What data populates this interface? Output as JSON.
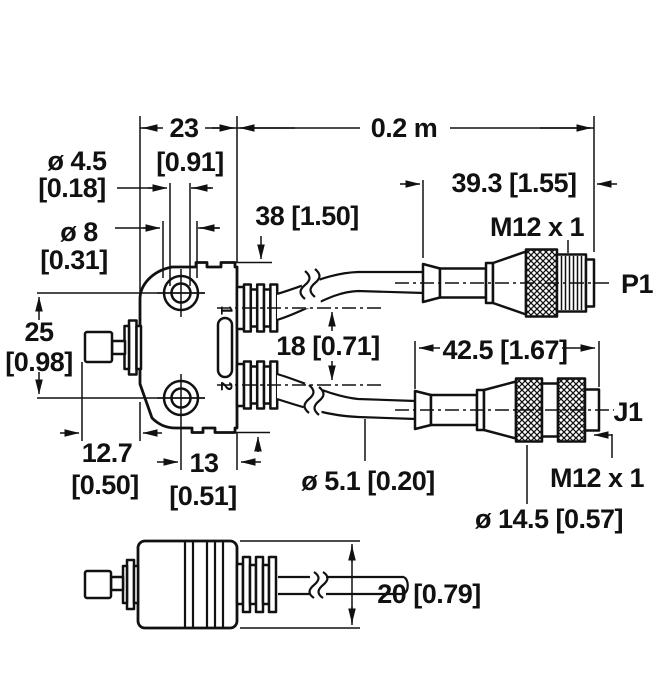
{
  "dimensions": {
    "body_width": "23",
    "body_width_in": "[0.91]",
    "cable_length": "0.2 m",
    "hole_small": "ø 4.5",
    "hole_small_in": "[0.18]",
    "hole_large": "ø 8",
    "hole_large_in": "[0.31]",
    "body_height": "38 [1.50]",
    "p1_length": "39.3 [1.55]",
    "hole_spacing": "25",
    "hole_spacing_in": "[0.98]",
    "outlet_spacing": "18 [0.71]",
    "j1_length": "42.5 [1.67]",
    "button_protrusion": "12.7",
    "button_protrusion_in": "[0.50]",
    "hole_to_edge": "13",
    "hole_to_edge_in": "[0.51]",
    "cable_diameter": "ø 5.1 [0.20]",
    "connector_diameter": "ø 14.5 [0.57]",
    "side_height": "20 [0.79]"
  },
  "labels": {
    "p1_thread": "M12 x 1",
    "p1": "P1",
    "j1_thread": "M12 x 1",
    "j1": "J1",
    "port1": "1",
    "port2": "2"
  },
  "colors": {
    "line": "#111111",
    "background": "#ffffff"
  }
}
